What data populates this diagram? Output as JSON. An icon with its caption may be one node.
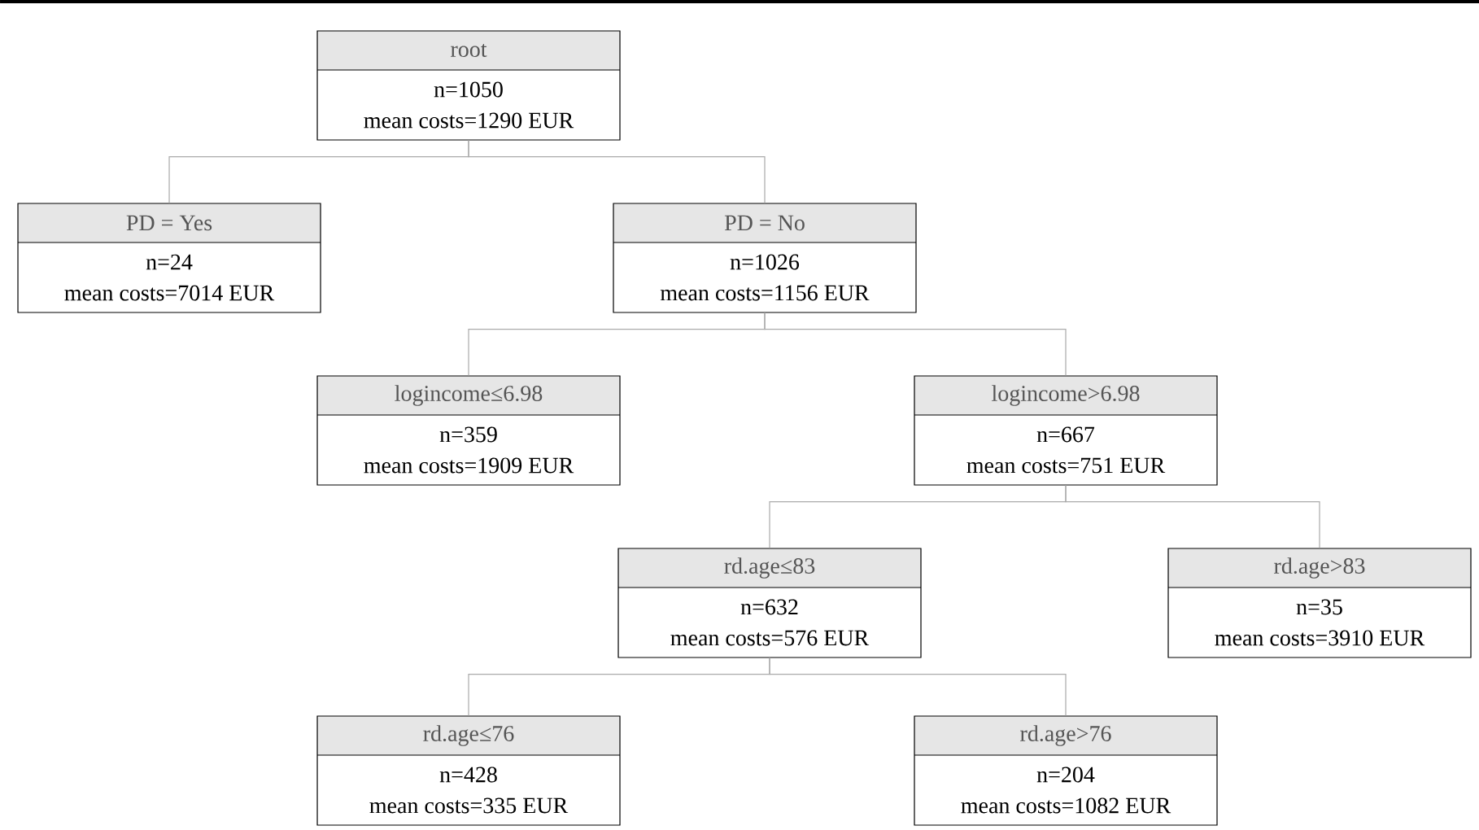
{
  "diagram": {
    "nodes": [
      {
        "text": [
          "root",
          "n=1050",
          "mean costs=1290 EUR"
        ]
      },
      {
        "text": [
          "PD = Yes",
          "n=24",
          "mean costs=7014 EUR"
        ]
      },
      {
        "text": [
          "PD = No",
          "n=1026",
          "mean costs=1156 EUR"
        ]
      },
      {
        "text": [
          "logincome≤6.98",
          "n=359",
          "mean costs=1909 EUR"
        ]
      },
      {
        "text": [
          "logincome>6.98",
          "n=667",
          "mean costs=751 EUR"
        ]
      },
      {
        "text": [
          "rd.age≤83",
          "n=632",
          "mean costs=576 EUR"
        ]
      },
      {
        "text": [
          "rd.age>83",
          "n=35",
          "mean costs=3910 EUR"
        ]
      },
      {
        "text": [
          "rd.age≤76",
          "n=428",
          "mean costs=335 EUR"
        ]
      },
      {
        "text": [
          "rd.age>76",
          "n=204",
          "mean costs=1082 EUR"
        ]
      }
    ],
    "edges": [
      {
        "from": 0,
        "to": 1,
        "arrow": "none"
      },
      {
        "from": 0,
        "to": 2,
        "arrow": "none"
      },
      {
        "from": 2,
        "to": 3,
        "arrow": "none"
      },
      {
        "from": 2,
        "to": 4,
        "arrow": "none"
      },
      {
        "from": 4,
        "to": 5,
        "arrow": "none"
      },
      {
        "from": 4,
        "to": 6,
        "arrow": "none"
      },
      {
        "from": 5,
        "to": 7,
        "arrow": "none"
      },
      {
        "from": 5,
        "to": 8,
        "arrow": "none"
      }
    ]
  }
}
